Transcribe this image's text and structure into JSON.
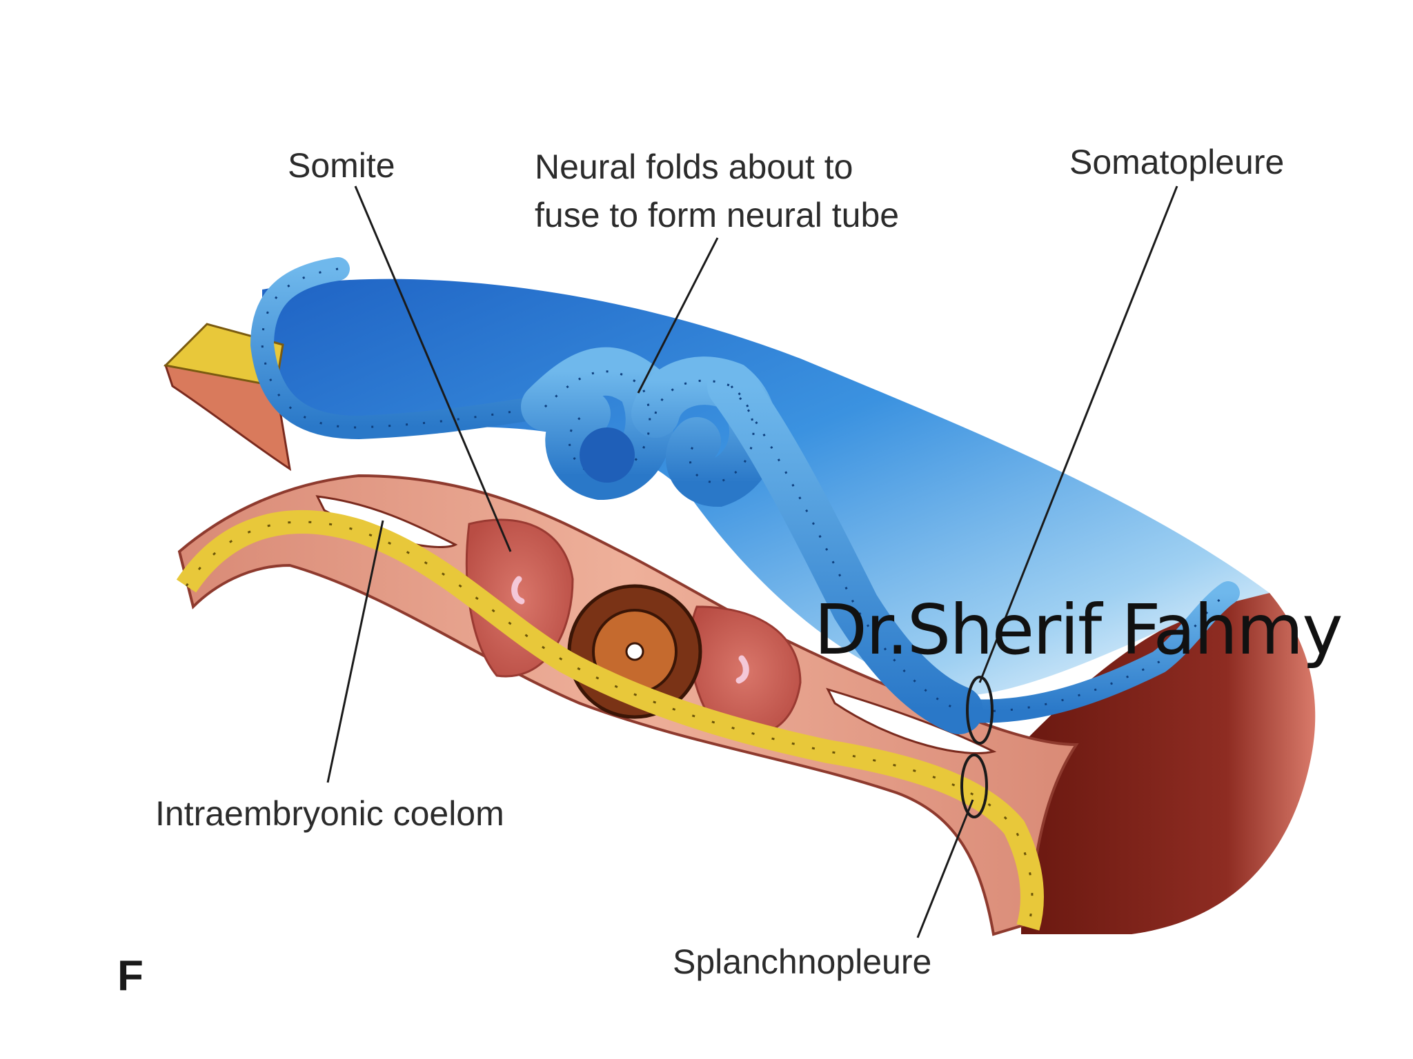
{
  "figure": {
    "panel_letter": "F",
    "labels": {
      "somite": "Somite",
      "neural_folds_line1": "Neural folds about to",
      "neural_folds_line2": "fuse to form neural tube",
      "somatopleure": "Somatopleure",
      "intraembryonic_coelom": "Intraembryonic coelom",
      "splanchnopleure": "Splanchnopleure"
    },
    "watermark": "Dr.Sherif Fahmy"
  },
  "colors": {
    "ectoderm_blue": "#3a8fd8",
    "ectoderm_dark": "#1d5fa8",
    "mesoderm_pink": "#e8a48c",
    "mesoderm_dark": "#b65a4a",
    "endoderm_yellow": "#e8c83a",
    "gut_wall": "#8b2a22",
    "notochord": "#8a3a1c"
  }
}
